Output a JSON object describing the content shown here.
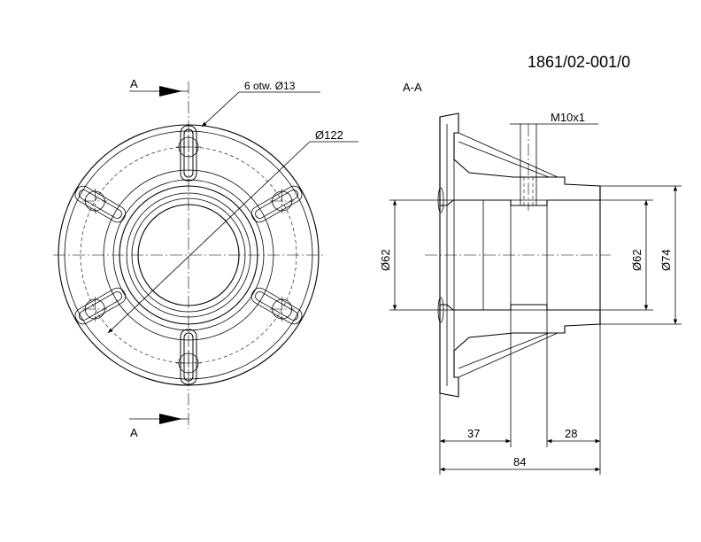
{
  "drawing_number": "1861/02-001/0",
  "section_label": "A-A",
  "cut_marker_top": "A",
  "cut_marker_bottom": "A",
  "labels": {
    "holes": "6 otw. Ø13",
    "bolt_circle": "Ø122",
    "thread": "M10x1",
    "bore_left": "Ø62",
    "bore_right": "Ø62",
    "outer_dia": "Ø74",
    "dim_37": "37",
    "dim_28": "28",
    "dim_84": "84"
  }
}
